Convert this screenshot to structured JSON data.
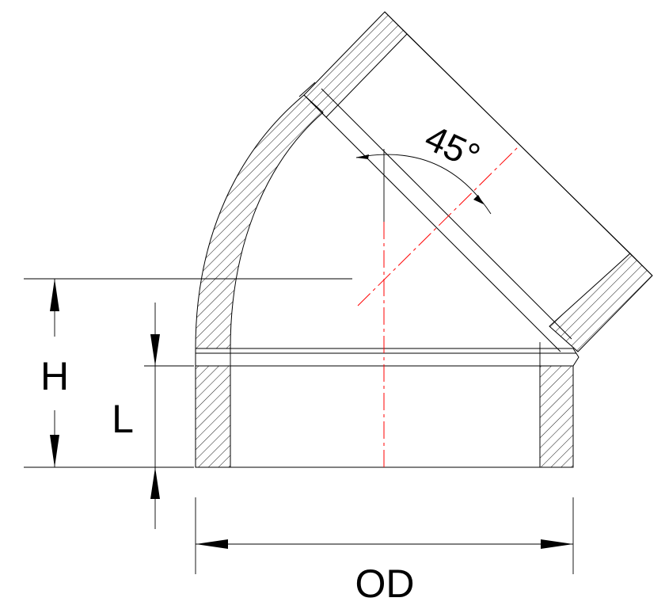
{
  "labels": {
    "angle": "45°",
    "height": "H",
    "length": "L",
    "outer_diameter": "OD"
  },
  "colors": {
    "line": "#000000",
    "centerline": "#ff0000",
    "background": "#ffffff"
  }
}
